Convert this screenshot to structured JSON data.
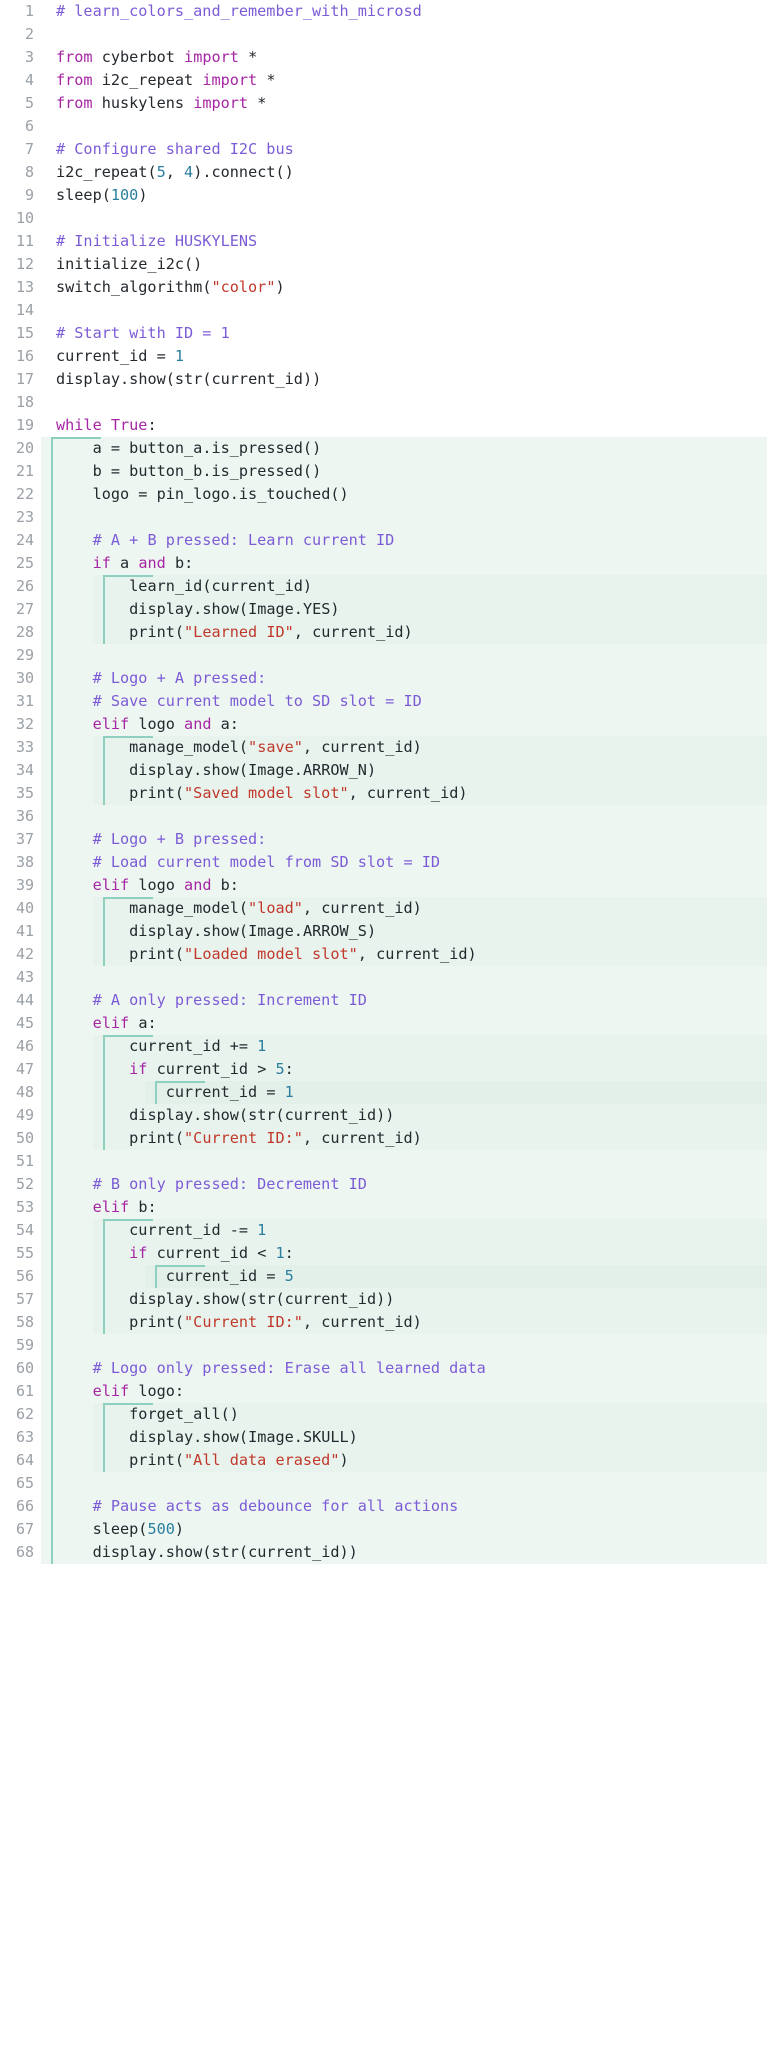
{
  "editor": {
    "language": "python",
    "theme_colors": {
      "background": "#ffffff",
      "block_tint_level1": "#eef6f2",
      "block_tint_level2": "#e8f3ee",
      "block_tint_level3": "#e3f0ea",
      "indent_guide": "#8ecfc0",
      "line_number": "#9aa0a6",
      "plain_text": "#24292e",
      "keyword": "#a626a4",
      "comment": "#7c5cd6",
      "string": "#c0392b",
      "number": "#2a7f9e"
    },
    "first_line": 1,
    "last_line": 68,
    "total_lines": 68
  },
  "lines": [
    {
      "n": "1",
      "indent": 0,
      "text": "# learn_colors_and_remember_with_microsd"
    },
    {
      "n": "2",
      "indent": 0,
      "text": ""
    },
    {
      "n": "3",
      "indent": 0,
      "text": "from cyberbot import *"
    },
    {
      "n": "4",
      "indent": 0,
      "text": "from i2c_repeat import *"
    },
    {
      "n": "5",
      "indent": 0,
      "text": "from huskylens import *"
    },
    {
      "n": "6",
      "indent": 0,
      "text": ""
    },
    {
      "n": "7",
      "indent": 0,
      "text": "# Configure shared I2C bus"
    },
    {
      "n": "8",
      "indent": 0,
      "text": "i2c_repeat(5, 4).connect()"
    },
    {
      "n": "9",
      "indent": 0,
      "text": "sleep(100)"
    },
    {
      "n": "10",
      "indent": 0,
      "text": ""
    },
    {
      "n": "11",
      "indent": 0,
      "text": "# Initialize HUSKYLENS"
    },
    {
      "n": "12",
      "indent": 0,
      "text": "initialize_i2c()"
    },
    {
      "n": "13",
      "indent": 0,
      "text": "switch_algorithm(\"color\")"
    },
    {
      "n": "14",
      "indent": 0,
      "text": ""
    },
    {
      "n": "15",
      "indent": 0,
      "text": "# Start with ID = 1"
    },
    {
      "n": "16",
      "indent": 0,
      "text": "current_id = 1"
    },
    {
      "n": "17",
      "indent": 0,
      "text": "display.show(str(current_id))"
    },
    {
      "n": "18",
      "indent": 0,
      "text": ""
    },
    {
      "n": "19",
      "indent": 0,
      "text": "while True:"
    },
    {
      "n": "20",
      "indent": 1,
      "text": "    a = button_a.is_pressed()"
    },
    {
      "n": "21",
      "indent": 1,
      "text": "    b = button_b.is_pressed()"
    },
    {
      "n": "22",
      "indent": 1,
      "text": "    logo = pin_logo.is_touched()"
    },
    {
      "n": "23",
      "indent": 1,
      "text": ""
    },
    {
      "n": "24",
      "indent": 1,
      "text": "    # A + B pressed: Learn current ID"
    },
    {
      "n": "25",
      "indent": 1,
      "text": "    if a and b:"
    },
    {
      "n": "26",
      "indent": 2,
      "text": "        learn_id(current_id)"
    },
    {
      "n": "27",
      "indent": 2,
      "text": "        display.show(Image.YES)"
    },
    {
      "n": "28",
      "indent": 2,
      "text": "        print(\"Learned ID\", current_id)"
    },
    {
      "n": "29",
      "indent": 1,
      "text": ""
    },
    {
      "n": "30",
      "indent": 1,
      "text": "    # Logo + A pressed:"
    },
    {
      "n": "31",
      "indent": 1,
      "text": "    # Save current model to SD slot = ID"
    },
    {
      "n": "32",
      "indent": 1,
      "text": "    elif logo and a:"
    },
    {
      "n": "33",
      "indent": 2,
      "text": "        manage_model(\"save\", current_id)"
    },
    {
      "n": "34",
      "indent": 2,
      "text": "        display.show(Image.ARROW_N)"
    },
    {
      "n": "35",
      "indent": 2,
      "text": "        print(\"Saved model slot\", current_id)"
    },
    {
      "n": "36",
      "indent": 1,
      "text": ""
    },
    {
      "n": "37",
      "indent": 1,
      "text": "    # Logo + B pressed:"
    },
    {
      "n": "38",
      "indent": 1,
      "text": "    # Load current model from SD slot = ID"
    },
    {
      "n": "39",
      "indent": 1,
      "text": "    elif logo and b:"
    },
    {
      "n": "40",
      "indent": 2,
      "text": "        manage_model(\"load\", current_id)"
    },
    {
      "n": "41",
      "indent": 2,
      "text": "        display.show(Image.ARROW_S)"
    },
    {
      "n": "42",
      "indent": 2,
      "text": "        print(\"Loaded model slot\", current_id)"
    },
    {
      "n": "43",
      "indent": 1,
      "text": ""
    },
    {
      "n": "44",
      "indent": 1,
      "text": "    # A only pressed: Increment ID"
    },
    {
      "n": "45",
      "indent": 1,
      "text": "    elif a:"
    },
    {
      "n": "46",
      "indent": 2,
      "text": "        current_id += 1"
    },
    {
      "n": "47",
      "indent": 2,
      "text": "        if current_id > 5:"
    },
    {
      "n": "48",
      "indent": 3,
      "text": "            current_id = 1"
    },
    {
      "n": "49",
      "indent": 2,
      "text": "        display.show(str(current_id))"
    },
    {
      "n": "50",
      "indent": 2,
      "text": "        print(\"Current ID:\", current_id)"
    },
    {
      "n": "51",
      "indent": 1,
      "text": ""
    },
    {
      "n": "52",
      "indent": 1,
      "text": "    # B only pressed: Decrement ID"
    },
    {
      "n": "53",
      "indent": 1,
      "text": "    elif b:"
    },
    {
      "n": "54",
      "indent": 2,
      "text": "        current_id -= 1"
    },
    {
      "n": "55",
      "indent": 2,
      "text": "        if current_id < 1:"
    },
    {
      "n": "56",
      "indent": 3,
      "text": "            current_id = 5"
    },
    {
      "n": "57",
      "indent": 2,
      "text": "        display.show(str(current_id))"
    },
    {
      "n": "58",
      "indent": 2,
      "text": "        print(\"Current ID:\", current_id)"
    },
    {
      "n": "59",
      "indent": 1,
      "text": ""
    },
    {
      "n": "60",
      "indent": 1,
      "text": "    # Logo only pressed: Erase all learned data"
    },
    {
      "n": "61",
      "indent": 1,
      "text": "    elif logo:"
    },
    {
      "n": "62",
      "indent": 2,
      "text": "        forget_all()"
    },
    {
      "n": "63",
      "indent": 2,
      "text": "        display.show(Image.SKULL)"
    },
    {
      "n": "64",
      "indent": 2,
      "text": "        print(\"All data erased\")"
    },
    {
      "n": "65",
      "indent": 1,
      "text": ""
    },
    {
      "n": "66",
      "indent": 1,
      "text": "    # Pause acts as debounce for all actions"
    },
    {
      "n": "67",
      "indent": 1,
      "text": "    sleep(500)"
    },
    {
      "n": "68",
      "indent": 1,
      "text": "    display.show(str(current_id))"
    }
  ]
}
